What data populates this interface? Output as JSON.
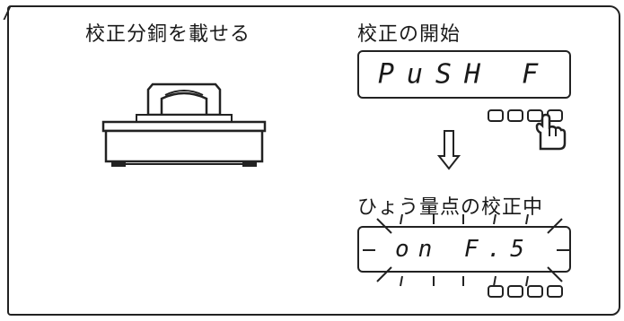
{
  "left_panel": {
    "heading": "校正分銅を載せる",
    "illustration": "balance-with-calibration-weight"
  },
  "right_panel": {
    "step1": {
      "heading": "校正の開始",
      "display_text": "PuSH  F",
      "keypad_keys": 4,
      "pressed_key_index": 3
    },
    "arrow_icon": "down-arrow",
    "step2": {
      "heading": "ひょう量点の校正中",
      "display_text": "on F.5",
      "display_blinking": true,
      "keypad_keys": 4
    }
  }
}
